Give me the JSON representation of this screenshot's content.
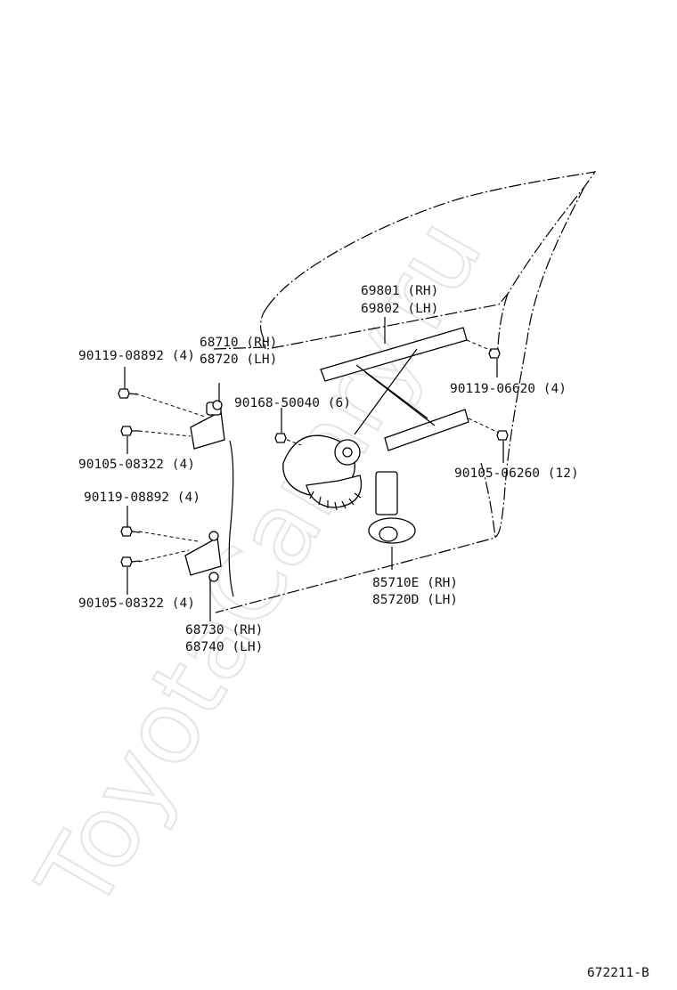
{
  "watermark": "ToyotaCamry.ru",
  "figure_code": "672211-B",
  "labels": {
    "regulator_upper_rh": "69801 (RH)",
    "regulator_upper_lh": "69802 (LH)",
    "hinge_upper_rh": "68710 (RH)",
    "hinge_upper_lh": "68720 (LH)",
    "bolt_a_top": "90119-08892 (4)",
    "bolt_b_top": "90105-08322 (4)",
    "bolt_c": "90168-50040 (6)",
    "bolt_d": "90119-06620 (4)",
    "bolt_e": "90105-06260 (12)",
    "bolt_a_bottom": "90119-08892 (4)",
    "bolt_b_bottom": "90105-08322 (4)",
    "motor_rh": "85710E (RH)",
    "motor_lh": "85720D (LH)",
    "hinge_lower_rh": "68730 (RH)",
    "hinge_lower_lh": "68740 (LH)"
  }
}
